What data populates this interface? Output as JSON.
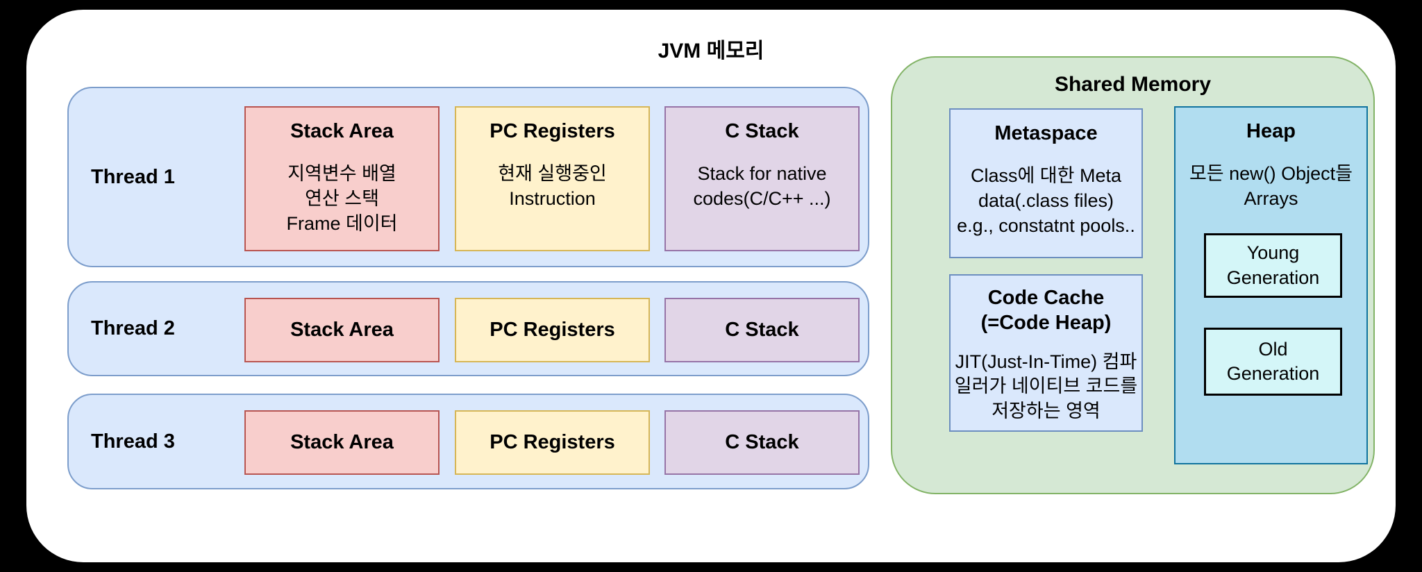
{
  "title": "JVM 메모리",
  "threads": [
    {
      "label": "Thread 1"
    },
    {
      "label": "Thread 2"
    },
    {
      "label": "Thread 3"
    }
  ],
  "boxes": {
    "stack_area": {
      "title": "Stack Area",
      "body": "지역변수 배열\n연산 스택\nFrame 데이터"
    },
    "pc_registers": {
      "title": "PC Registers",
      "body": "현재 실행중인\nInstruction"
    },
    "c_stack": {
      "title": "C Stack",
      "body": "Stack for native\ncodes(C/C++ ...)"
    }
  },
  "shared_memory": {
    "title": "Shared Memory",
    "metaspace": {
      "title": "Metaspace",
      "body": "Class에 대한 Meta\ndata(.class files)\ne.g., constatnt pools.."
    },
    "code_cache": {
      "title": "Code Cache\n(=Code Heap)",
      "body": "JIT(Just-In-Time) 컴파\n일러가 네이티브 코드를\n저장하는 영역"
    },
    "heap": {
      "title": "Heap",
      "body": "모든 new() Object들\nArrays",
      "young_generation": "Young\nGeneration",
      "old_generation": "Old\nGeneration"
    }
  },
  "colors": {
    "page-bg": "#000000",
    "frame-bg": "#ffffff",
    "thread-fill": "#dae8fc",
    "thread-stroke": "#7c9dcb",
    "stack-fill": "#f8cecc",
    "stack-stroke": "#b85450",
    "pc-fill": "#fff2cc",
    "pc-stroke": "#d6b656",
    "cstack-fill": "#e1d5e7",
    "cstack-stroke": "#9673a6",
    "shared-fill": "#d5e8d4",
    "shared-stroke": "#82b366",
    "meta-fill": "#dae8fc",
    "meta-stroke": "#6c8ebf",
    "heap-fill": "#b1ddf0",
    "heap-stroke": "#10739e",
    "gen-fill": "#d4f6f8",
    "gen-stroke": "#000000",
    "text": "#000000"
  }
}
